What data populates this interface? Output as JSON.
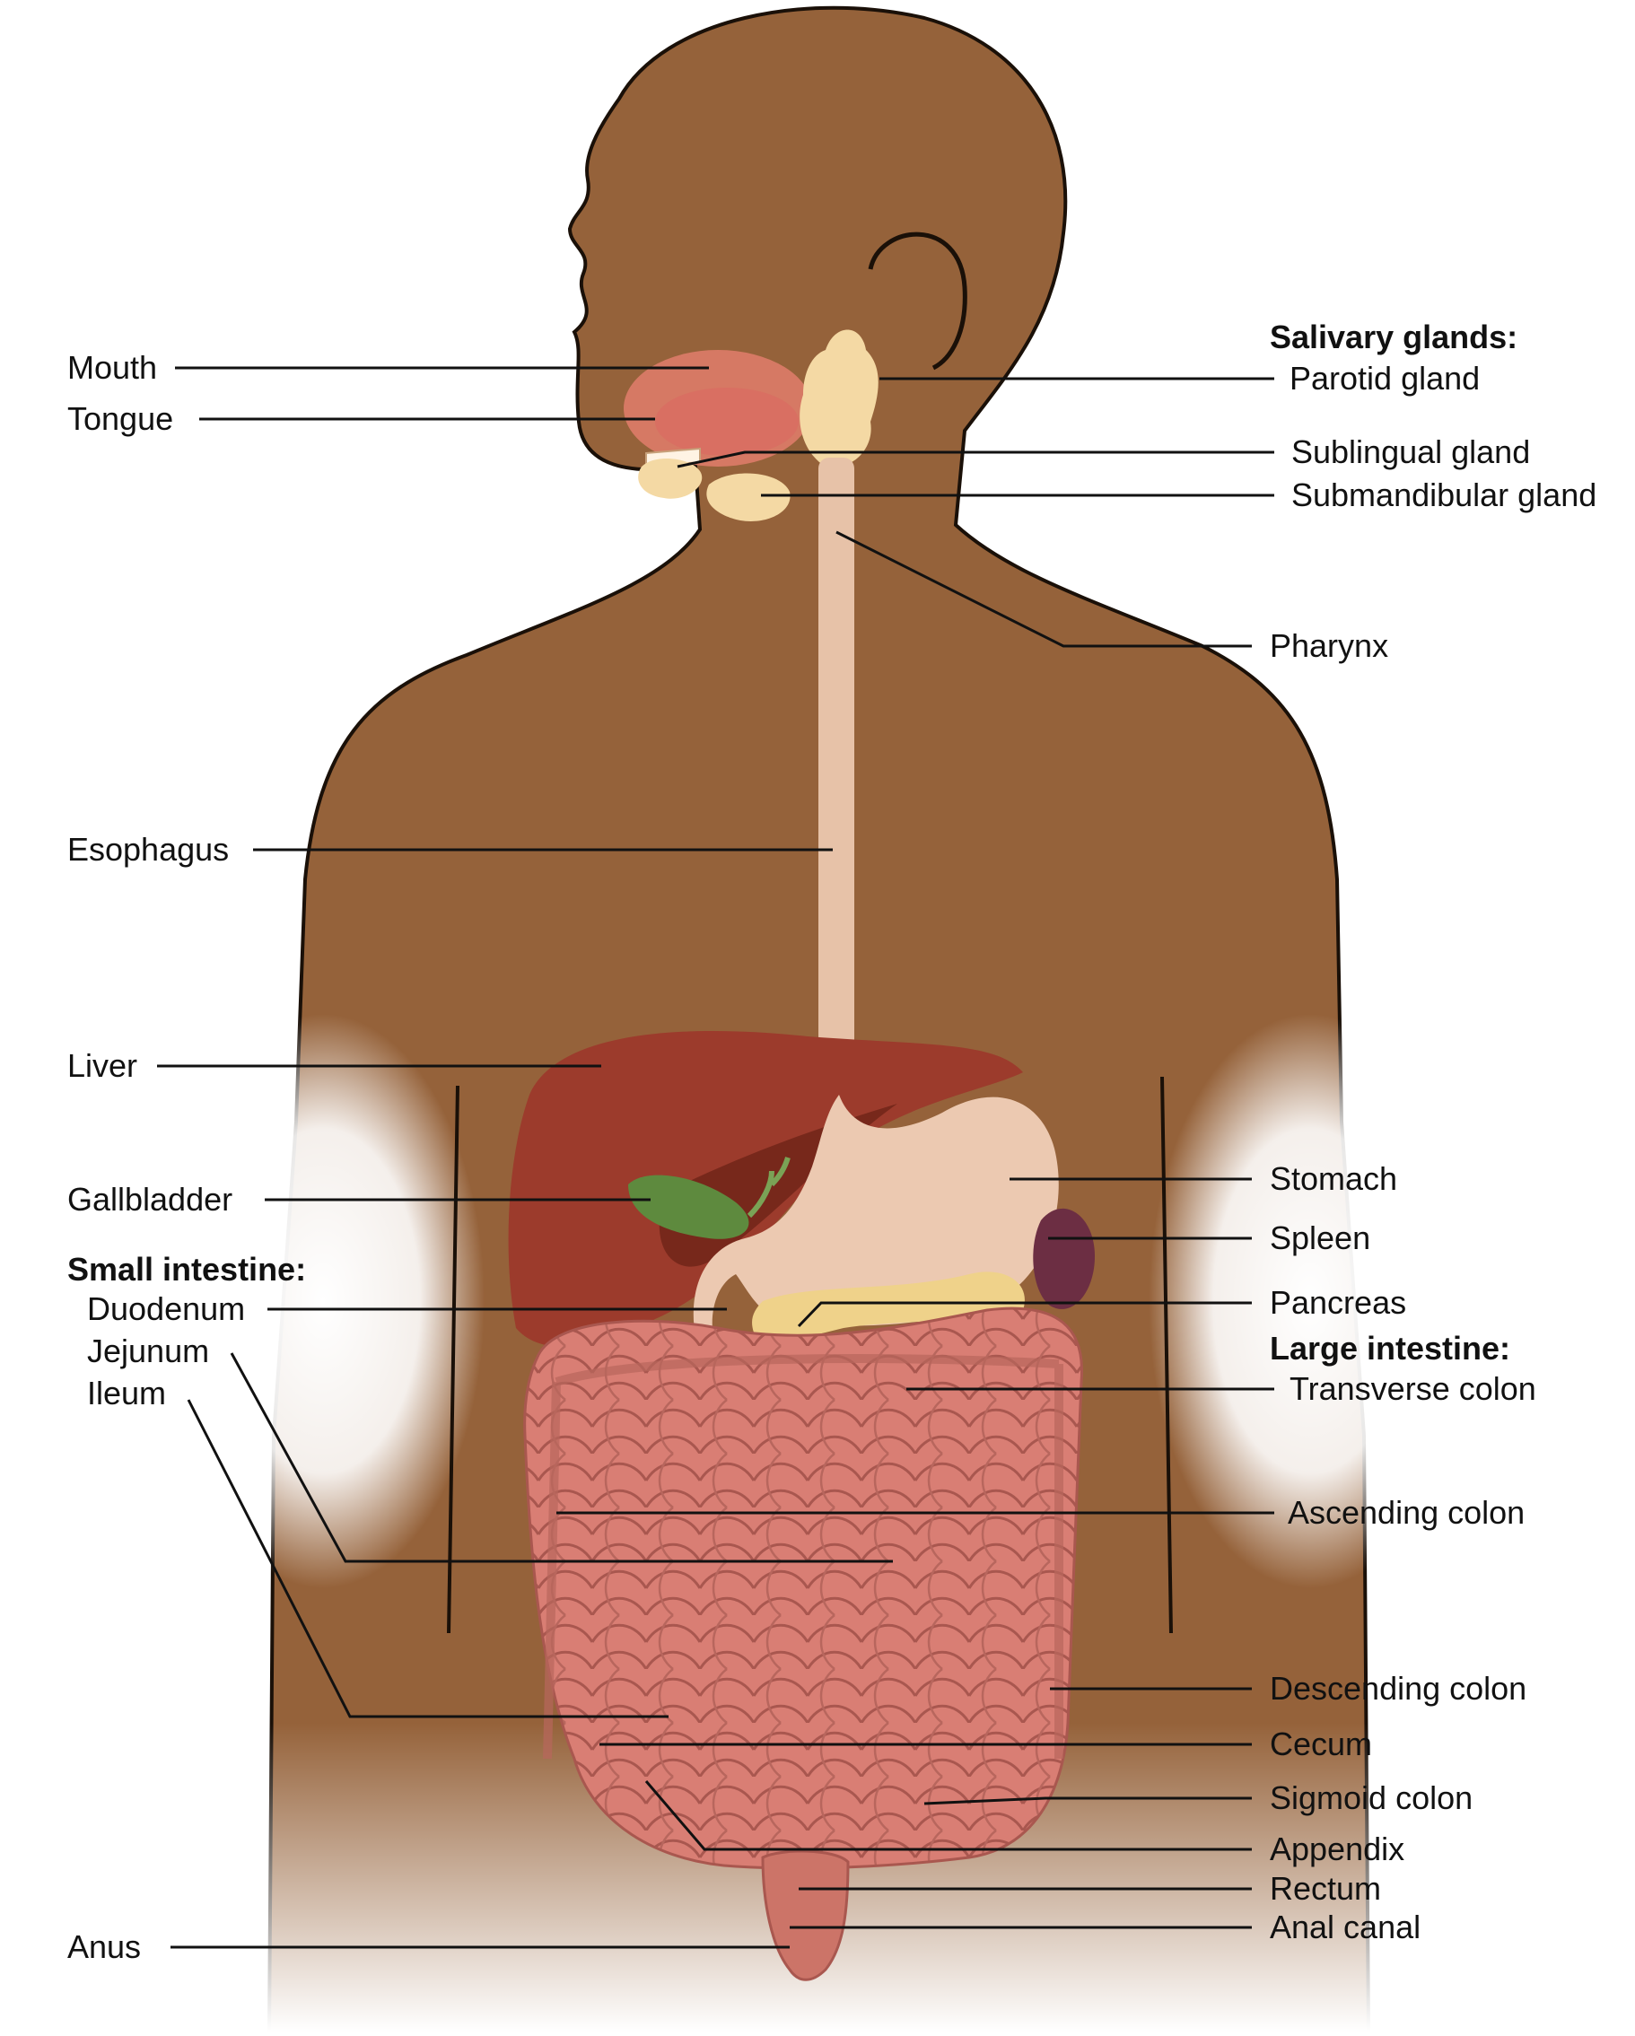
{
  "colors": {
    "skin": "#95623a",
    "outline": "#1a1008",
    "lip_area": "#e27e6c",
    "tongue": "#d96f62",
    "gland": "#f4d9a4",
    "esophagus": "#e7c2a8",
    "liver": "#9c3b2c",
    "liver_dark": "#6e2418",
    "gallbladder": "#5e8a3e",
    "stomach": "#ecc9b1",
    "spleen": "#6c2e43",
    "pancreas": "#efd28a",
    "intestine": "#d97e74",
    "intestine_dark": "#a9574f",
    "rectum": "#cc7468",
    "leader_line": "#111111"
  },
  "labels": {
    "mouth": "Mouth",
    "tongue": "Tongue",
    "esophagus": "Esophagus",
    "liver": "Liver",
    "gallbladder": "Gallbladder",
    "small_intestine_header": "Small intestine:",
    "duodenum": "Duodenum",
    "jejunum": "Jejunum",
    "ileum": "Ileum",
    "anus": "Anus",
    "salivary_glands_header": "Salivary glands:",
    "parotid_gland": "Parotid gland",
    "sublingual_gland": "Sublingual gland",
    "submandibular_gland": "Submandibular gland",
    "pharynx": "Pharynx",
    "stomach": "Stomach",
    "spleen": "Spleen",
    "pancreas": "Pancreas",
    "large_intestine_header": "Large intestine:",
    "transverse_colon": "Transverse colon",
    "ascending_colon": "Ascending colon",
    "descending_colon": "Descending colon",
    "cecum": "Cecum",
    "sigmoid_colon": "Sigmoid colon",
    "appendix": "Appendix",
    "rectum": "Rectum",
    "anal_canal": "Anal canal"
  }
}
